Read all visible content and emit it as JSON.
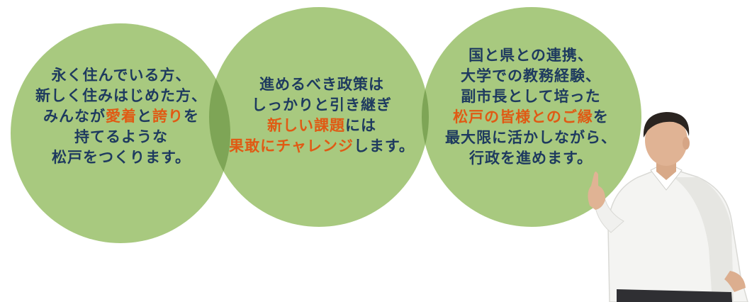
{
  "colors": {
    "circle_fill": "#a8c97f",
    "overlap_fill": "#7ea556",
    "text_primary": "#1e3a5f",
    "text_highlight": "#e05a14"
  },
  "circles": [
    {
      "lines": [
        [
          {
            "t": "永く住んでいる方、",
            "hl": false
          }
        ],
        [
          {
            "t": "新しく住みはじめた方、",
            "hl": false
          }
        ],
        [
          {
            "t": "みんなが",
            "hl": false
          },
          {
            "t": "愛着",
            "hl": true
          },
          {
            "t": "と",
            "hl": false
          },
          {
            "t": "誇り",
            "hl": true
          },
          {
            "t": "を",
            "hl": false
          }
        ],
        [
          {
            "t": "持てるような",
            "hl": false
          }
        ],
        [
          {
            "t": "松戸をつくります。",
            "hl": false
          }
        ]
      ]
    },
    {
      "lines": [
        [
          {
            "t": "進めるべき政策は",
            "hl": false
          }
        ],
        [
          {
            "t": "しっかりと引き継ぎ",
            "hl": false
          }
        ],
        [
          {
            "t": "新しい課題",
            "hl": true
          },
          {
            "t": "には",
            "hl": false
          }
        ],
        [
          {
            "t": "果敢にチャレンジ",
            "hl": true
          },
          {
            "t": "します。",
            "hl": false
          }
        ]
      ]
    },
    {
      "lines": [
        [
          {
            "t": "国と県との連携、",
            "hl": false
          }
        ],
        [
          {
            "t": "大学での教務経験、",
            "hl": false
          }
        ],
        [
          {
            "t": "副市長として培った",
            "hl": false
          }
        ],
        [
          {
            "t": "松戸の皆様とのご縁",
            "hl": true
          },
          {
            "t": "を",
            "hl": false
          }
        ],
        [
          {
            "t": "最大限に活かしながら、",
            "hl": false
          }
        ],
        [
          {
            "t": "行政を進めます。",
            "hl": false
          }
        ]
      ]
    }
  ]
}
